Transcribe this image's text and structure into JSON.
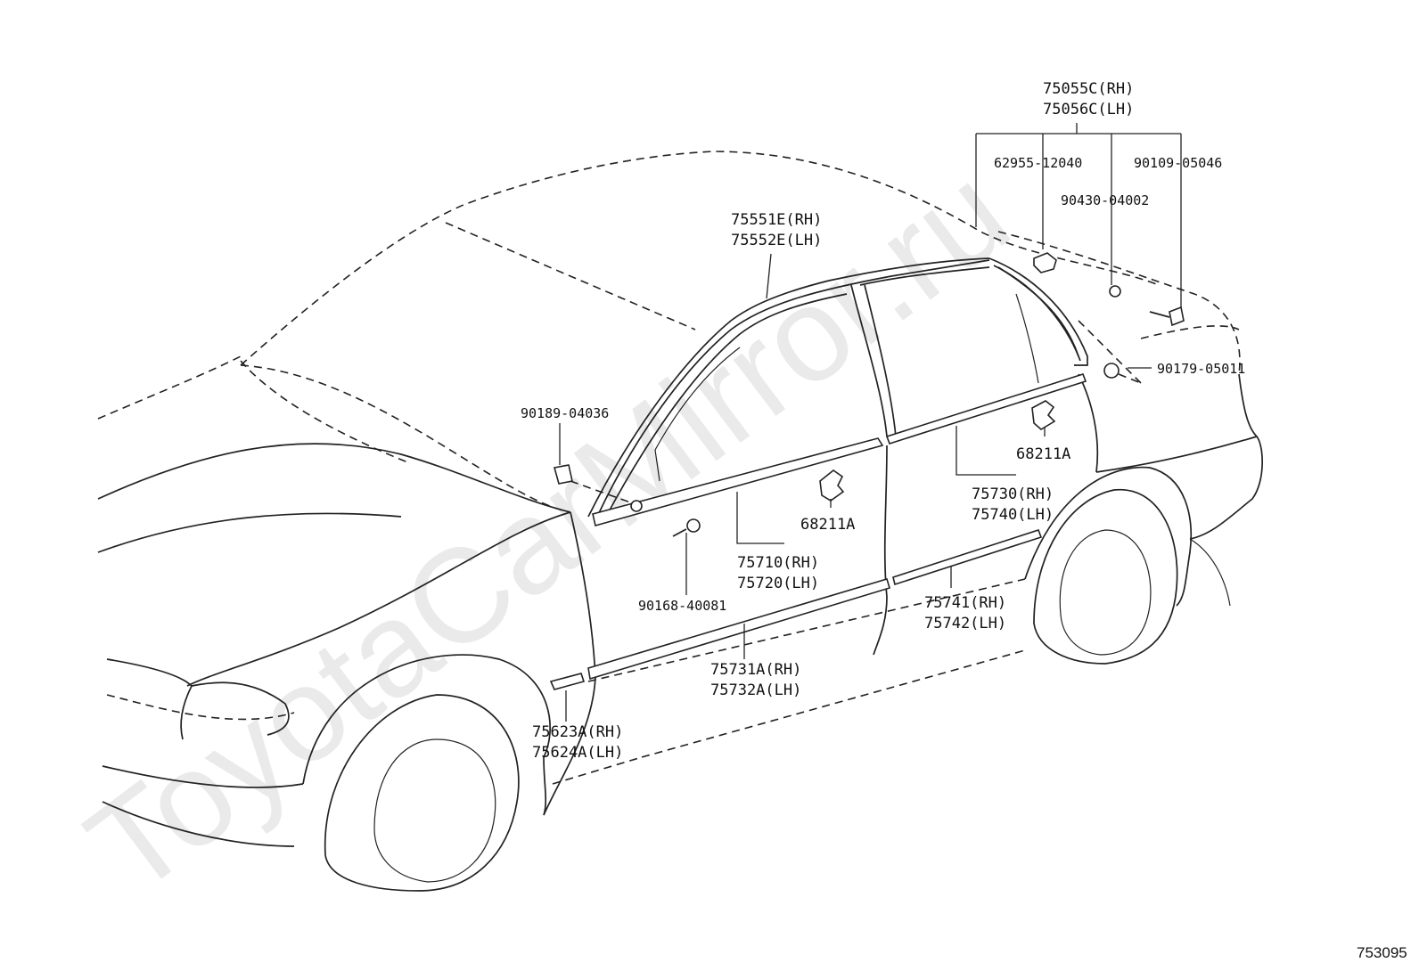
{
  "watermark": "ToyotaCarMirror.ru",
  "diagram_ref": "753095",
  "labels": {
    "p75055C": "75055C(RH)",
    "p75056C": "75056C(LH)",
    "p62955": "62955-12040",
    "p90109": "90109-05046",
    "p90430": "90430-04002",
    "p75551E": "75551E(RH)",
    "p75552E": "75552E(LH)",
    "p90179": "90179-05011",
    "p90189": "90189-04036",
    "p68211A_rear": "68211A",
    "p75730": "75730(RH)",
    "p75740": "75740(LH)",
    "p68211A_front": "68211A",
    "p75710": "75710(RH)",
    "p75720": "75720(LH)",
    "p90168": "90168-40081",
    "p75741": "75741(RH)",
    "p75742": "75742(LH)",
    "p75731A": "75731A(RH)",
    "p75732A": "75732A(LH)",
    "p75623A": "75623A(RH)",
    "p75624A": "75624A(LH)"
  }
}
